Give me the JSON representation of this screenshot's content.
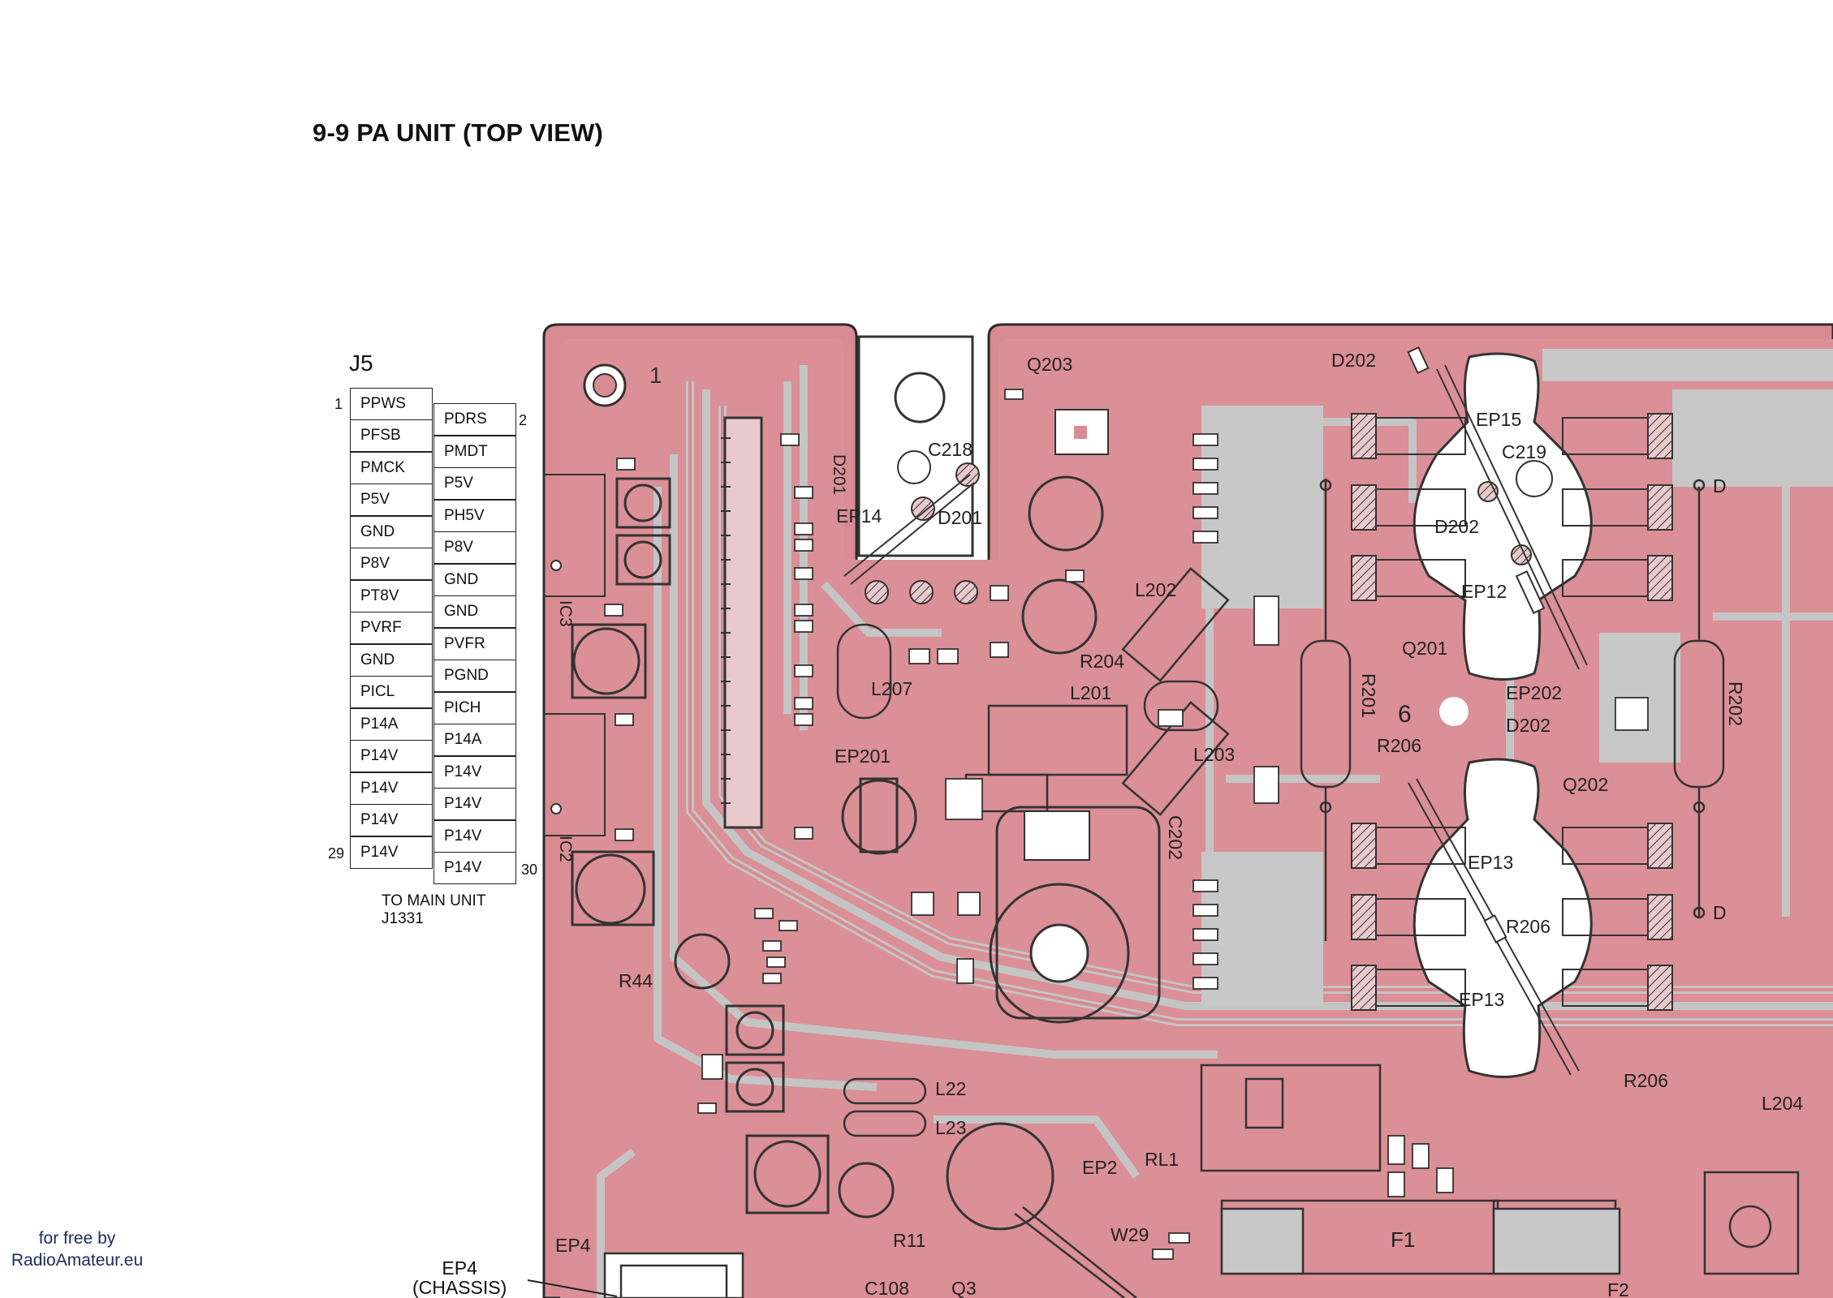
{
  "title": "9-9 PA UNIT (TOP VIEW)",
  "connector": {
    "name": "J5",
    "pin_first_left": "1",
    "pin_first_right": "2",
    "pin_last_left": "29",
    "pin_last_right": "30",
    "left_pins": [
      "PPWS",
      "PFSB",
      "PMCK",
      "P5V",
      "GND",
      "P8V",
      "PT8V",
      "PVRF",
      "GND",
      "PICL",
      "P14A",
      "P14V",
      "P14V",
      "P14V",
      "P14V"
    ],
    "right_pins": [
      "PDRS",
      "PMDT",
      "P5V",
      "PH5V",
      "P8V",
      "GND",
      "GND",
      "PVFR",
      "PGND",
      "PICH",
      "P14A",
      "P14V",
      "P14V",
      "P14V",
      "P14V"
    ],
    "destination": "TO MAIN UNIT",
    "destination_ref": "J1331"
  },
  "board_labels": {
    "corner": "1",
    "q203": "Q203",
    "d202_top": "D202",
    "c218": "C218",
    "d201_v": "D201",
    "ep14": "EP14",
    "d201": "D201",
    "ep15": "EP15",
    "c219": "C219",
    "d202_mid": "D202",
    "ep12": "EP12",
    "d_top": "D",
    "ic3": "IC3",
    "l202": "L202",
    "q201": "Q201",
    "ep202": "EP202",
    "r204": "R204",
    "l207": "L207",
    "l201": "L201",
    "r201": "R201",
    "six": "6",
    "r206_a": "R206",
    "d202_low": "D202",
    "r202": "R202",
    "l203": "L203",
    "ep201": "EP201",
    "q202": "Q202",
    "ic2": "IC2",
    "c202": "C202",
    "ep13_a": "EP13",
    "r206_b": "R206",
    "d_low": "D",
    "r44": "R44",
    "ep13_b": "EP13",
    "r206_c": "R206",
    "l204": "L204",
    "l22": "L22",
    "l23": "L23",
    "ep2": "EP2",
    "rl1": "RL1",
    "ep4": "EP4",
    "r11": "R11",
    "w29": "W29",
    "f1": "F1",
    "c108": "C108",
    "q3": "Q3",
    "f2": "F2"
  },
  "ep4_callout": {
    "line1": "EP4",
    "line2": "(CHASSIS)"
  },
  "watermark": {
    "line1": "for free by",
    "line2": "RadioAmateur.eu"
  },
  "colors": {
    "board": "#d98b92",
    "trace": "#c5c5c5",
    "outline": "#2a2a2a",
    "pad": "#ffffff"
  }
}
